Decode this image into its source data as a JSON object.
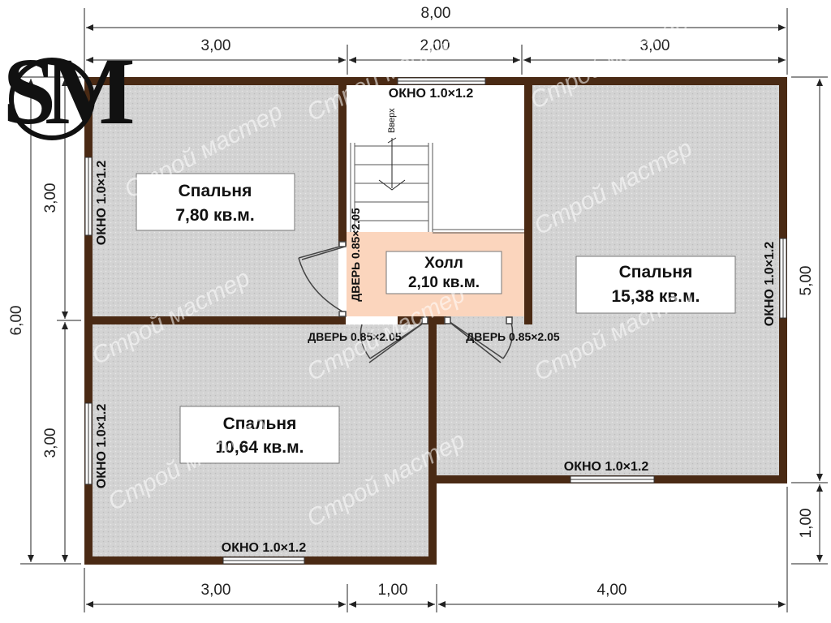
{
  "colors": {
    "wall": "#4a2a14",
    "room_fill": "#d4d4d4",
    "hall_fill": "#fbd5bd",
    "dimension_line": "#222222"
  },
  "logo": {
    "text": "SM"
  },
  "dimensions": {
    "top_total": "8,00",
    "top_left": "3,00",
    "top_middle": "2,00",
    "top_right": "3,00",
    "left_total": "6,00",
    "left_top": "3,00",
    "left_bottom": "3,00",
    "right_total": "5,00",
    "right_bottom": "1,00",
    "bottom_left": "3,00",
    "bottom_middle": "1,00",
    "bottom_right": "4,00"
  },
  "rooms": {
    "bedroom_top_left": {
      "name": "Спальня",
      "area": "7,80 кв.м."
    },
    "bedroom_bottom_left": {
      "name": "Спальня",
      "area": "10,64 кв.м."
    },
    "bedroom_right": {
      "name": "Спальня",
      "area": "15,38 кв.м."
    },
    "hall": {
      "name": "Холл",
      "area": "2,10 кв.м."
    }
  },
  "openings": {
    "window_top": "ОКНО 1.0×1.2",
    "window_left_upper": "ОКНО 1.0×1.2",
    "window_left_lower": "ОКНО 1.0×1.2",
    "window_bottom": "ОКНО 1.0×1.2",
    "window_right_bottom": "ОКНО 1.0×1.2",
    "window_right_side": "ОКНО 1.0×1.2",
    "door_vertical": "ДВЕРЬ 0.85×2.05",
    "door_left": "ДВЕРЬ 0.85×2.05",
    "door_right": "ДВЕРЬ 0.85×2.05"
  },
  "stairs": {
    "label": "Вверх"
  },
  "watermark": "Строй мастер"
}
